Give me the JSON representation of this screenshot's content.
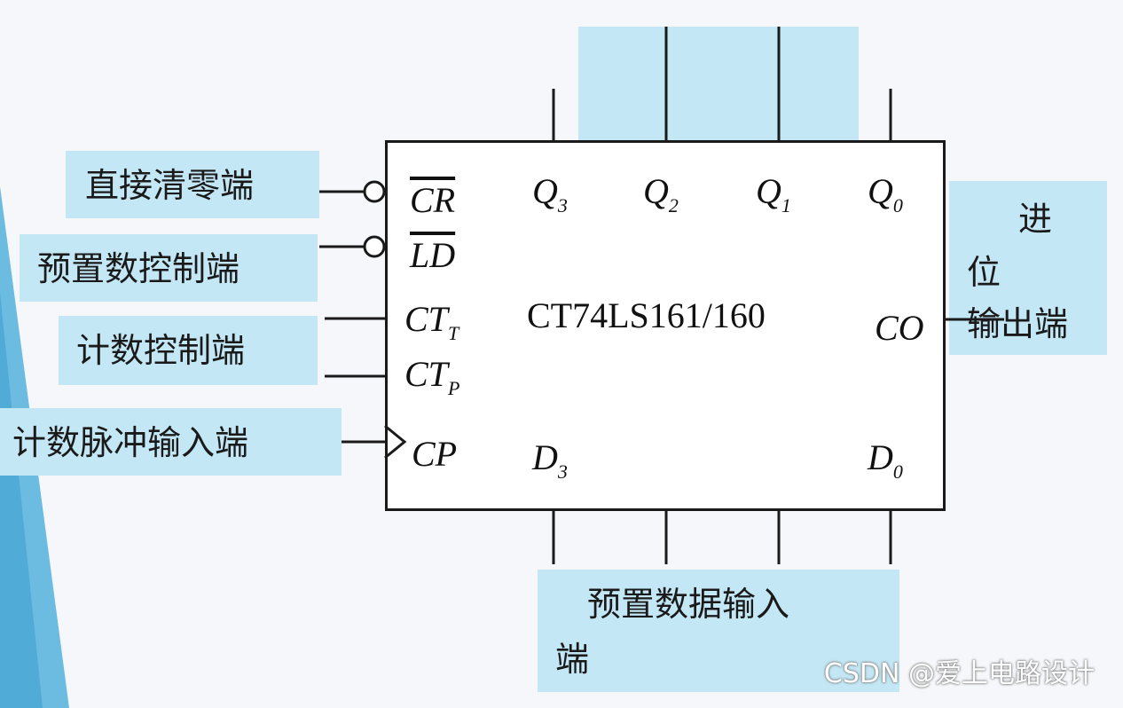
{
  "left_labels": {
    "clear": "直接清零端",
    "preset_control": "预置数控制端",
    "count_control": "计数控制端",
    "clock_input": "计数脉冲输入端"
  },
  "right_labels": {
    "carry_line1": "进",
    "carry_line2": "位",
    "carry_line3": "输出端"
  },
  "bottom_labels": {
    "data_line1": "预置数据输入",
    "data_line2": "端"
  },
  "chip": {
    "name": "CT74LS161/160",
    "pins": {
      "cr": "CR",
      "ld": "LD",
      "ctt_main": "CT",
      "ctt_sub": "T",
      "ctp_main": "CT",
      "ctp_sub": "P",
      "cp": "CP",
      "q3_main": "Q",
      "q3_sub": "3",
      "q2_main": "Q",
      "q2_sub": "2",
      "q1_main": "Q",
      "q1_sub": "1",
      "q0_main": "Q",
      "q0_sub": "0",
      "d3_main": "D",
      "d3_sub": "3",
      "d0_main": "D",
      "d0_sub": "0",
      "co": "CO"
    }
  },
  "watermark": "CSDN @爱上电路设计",
  "colors": {
    "highlight": "#c4e7f5",
    "stripe": "#5fb4d9",
    "line": "#1a1a1a"
  }
}
